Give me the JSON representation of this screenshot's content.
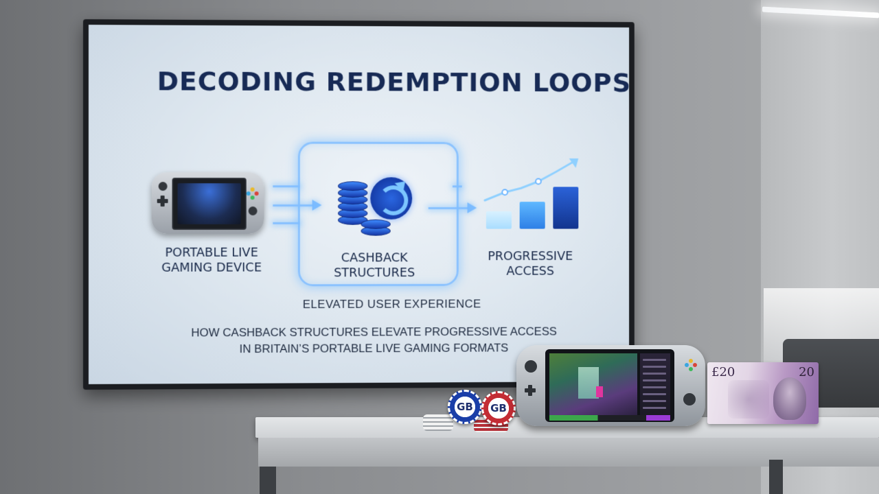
{
  "tv": {
    "title": "DECODING REDEMPTION LOOPS",
    "nodes": [
      {
        "label_line1": "PORTABLE LIVE",
        "label_line2": "GAMING DEVICE",
        "icon": "handheld-console-icon"
      },
      {
        "label_line1": "CASHBACK",
        "label_line2": "STRUCTURES",
        "icon": "coin-stack-refresh-icon"
      },
      {
        "label_line1": "PROGRESSIVE",
        "label_line2": "ACCESS",
        "icon": "rising-bars-chart-icon"
      }
    ],
    "subtitle": "ELEVATED USER EXPERIENCE",
    "caption_line1": "HOW CASHBACK STRUCTURES ELEVATE PROGRESSIVE ACCESS",
    "caption_line2": "IN BRITAIN’S PORTABLE LIVE GAMING FORMATS",
    "accent_color": "#7fbfff",
    "title_color": "#172a55"
  },
  "table_items": {
    "chip_blue_text": "GB",
    "chip_red_text": "GB",
    "banknote_value_left": "£20",
    "banknote_value_right": "20"
  },
  "colors": {
    "chip_blue": "#1a3ea8",
    "chip_red": "#c32c34",
    "banknote": "#b898c4"
  }
}
